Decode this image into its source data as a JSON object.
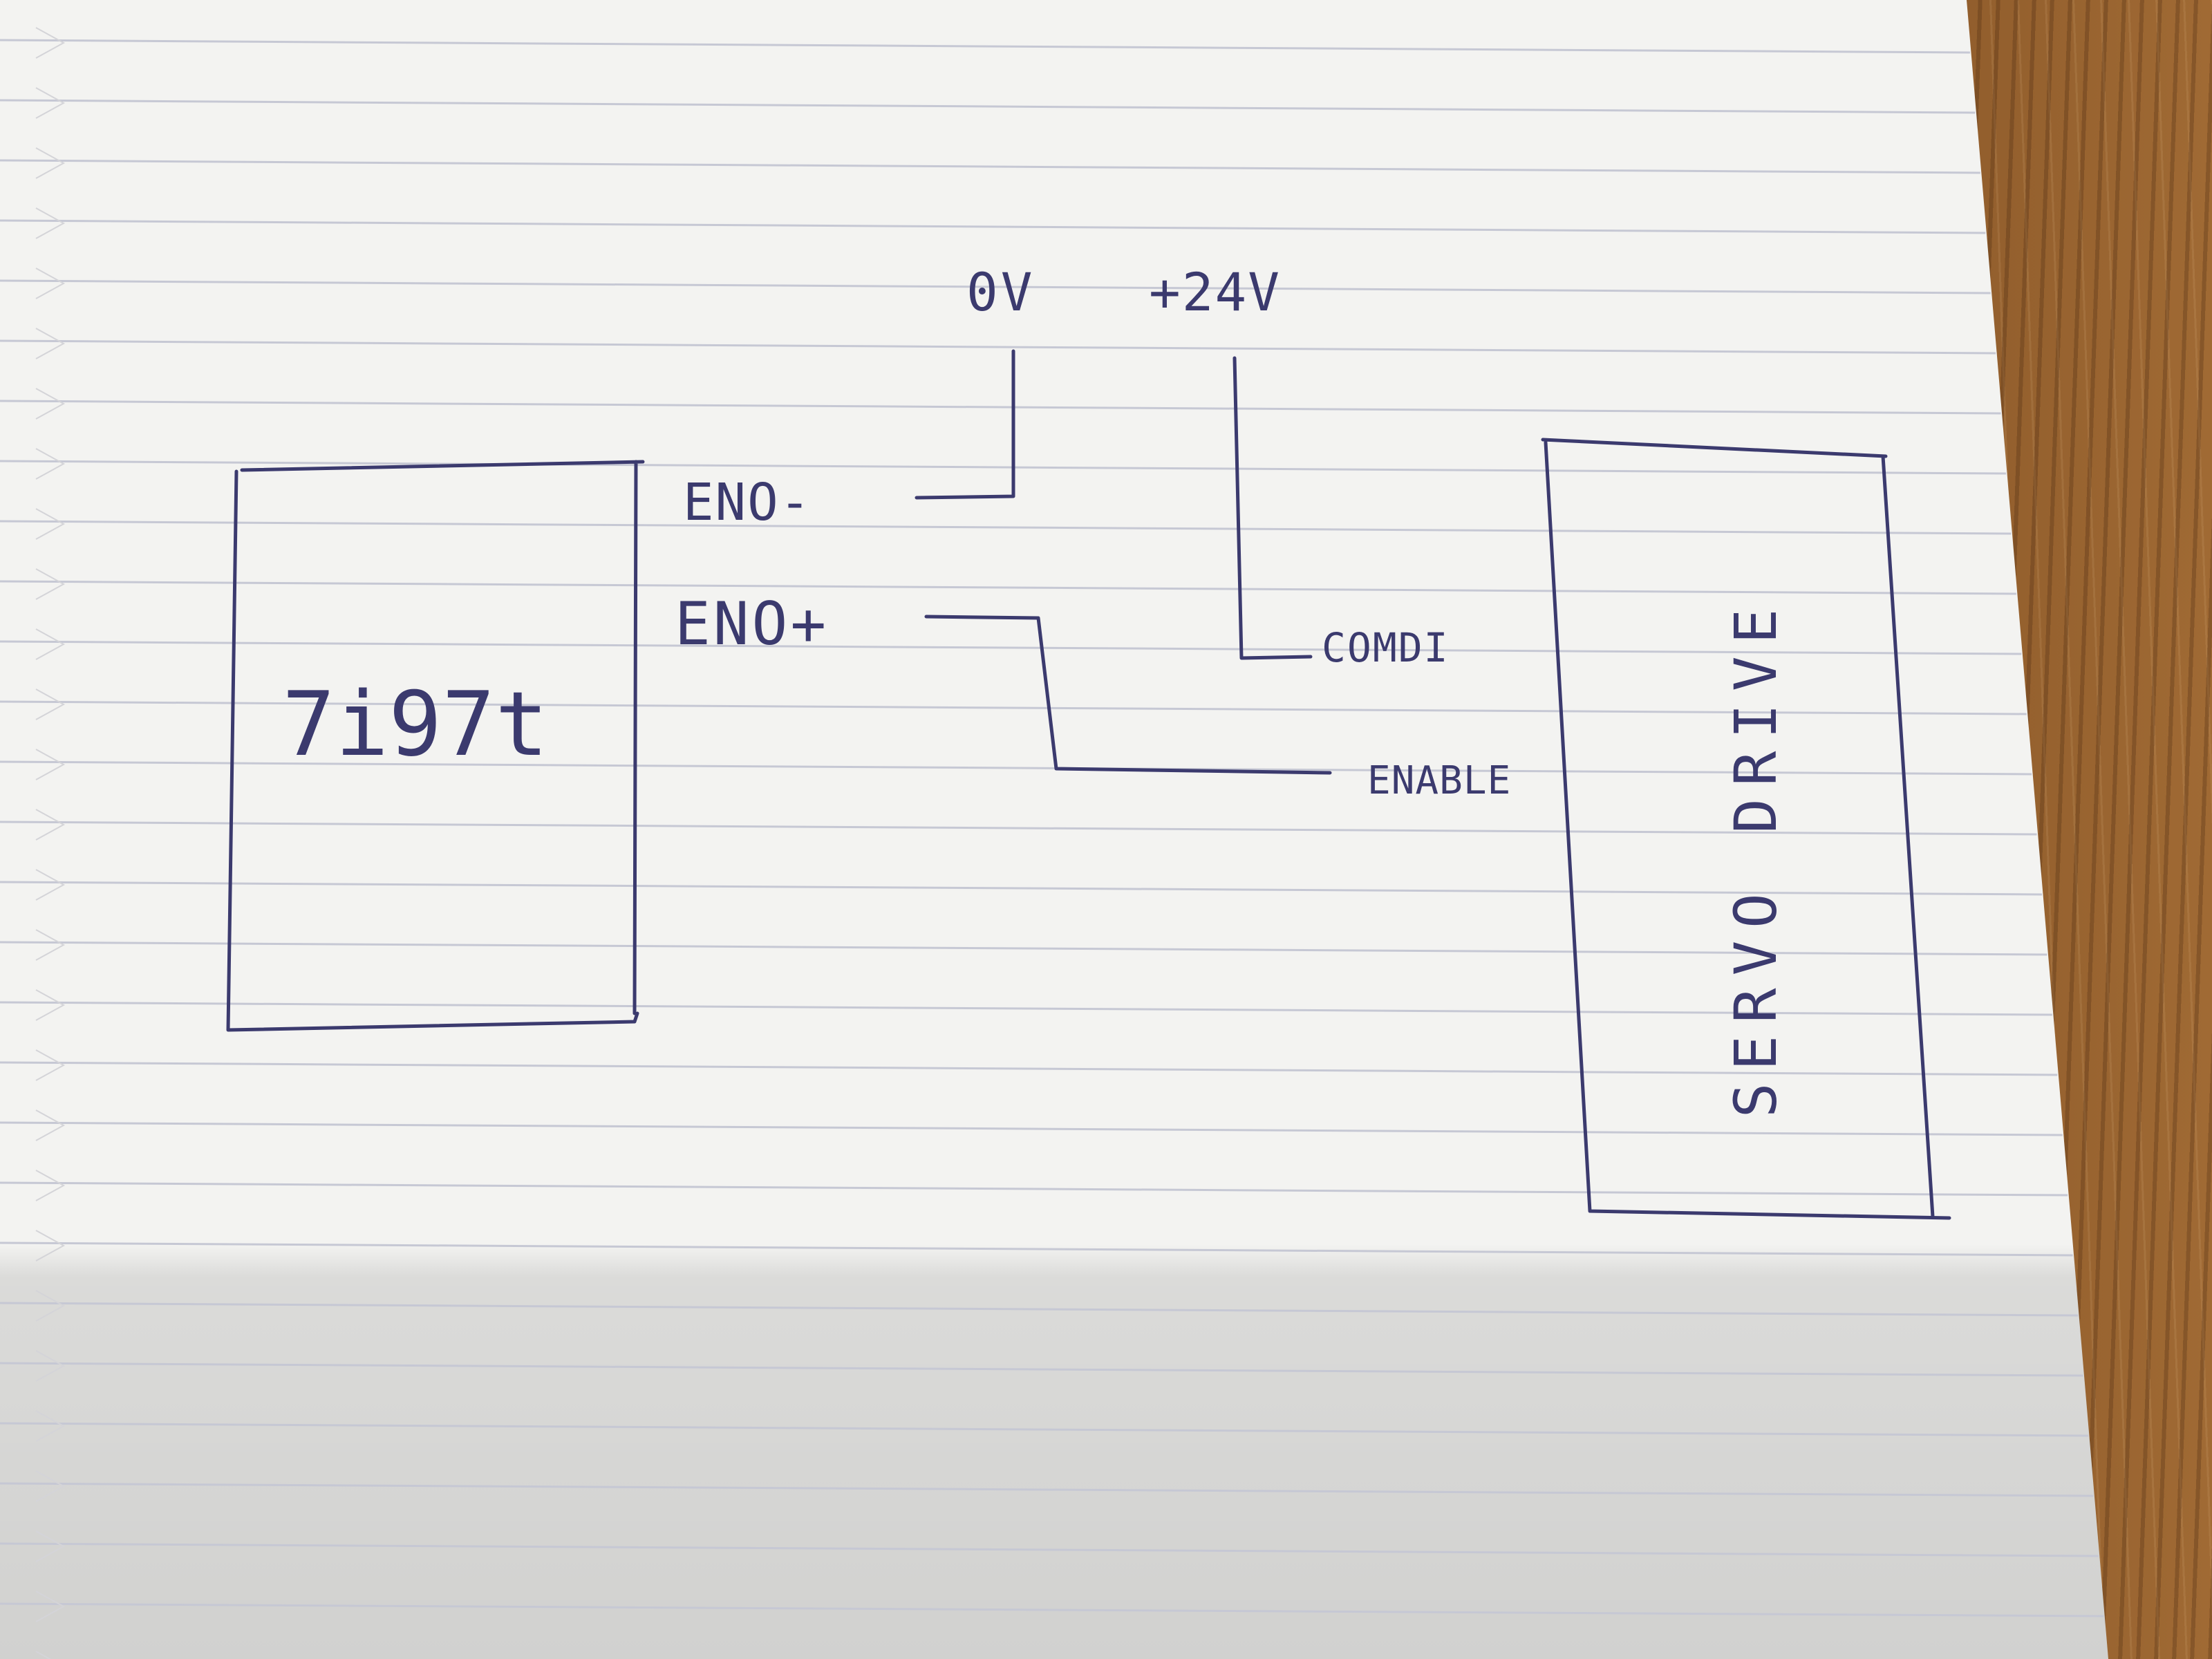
{
  "diagram": {
    "left_box_label": "7i97t",
    "right_box_label": "SERVO DRIVE",
    "supply_labels": {
      "zero_volt": "0V",
      "plus_24v": "+24V"
    },
    "left_pins": {
      "eno_minus": "ENO-",
      "eno_plus": "ENO+"
    },
    "right_pins": {
      "comdi": "COMDI",
      "enable": "ENABLE"
    }
  },
  "colors": {
    "ink": "#3b3a6e",
    "paper": "#f2f2f0",
    "rule_line": "#c9cbd6",
    "desk": "#8a5a2b"
  }
}
